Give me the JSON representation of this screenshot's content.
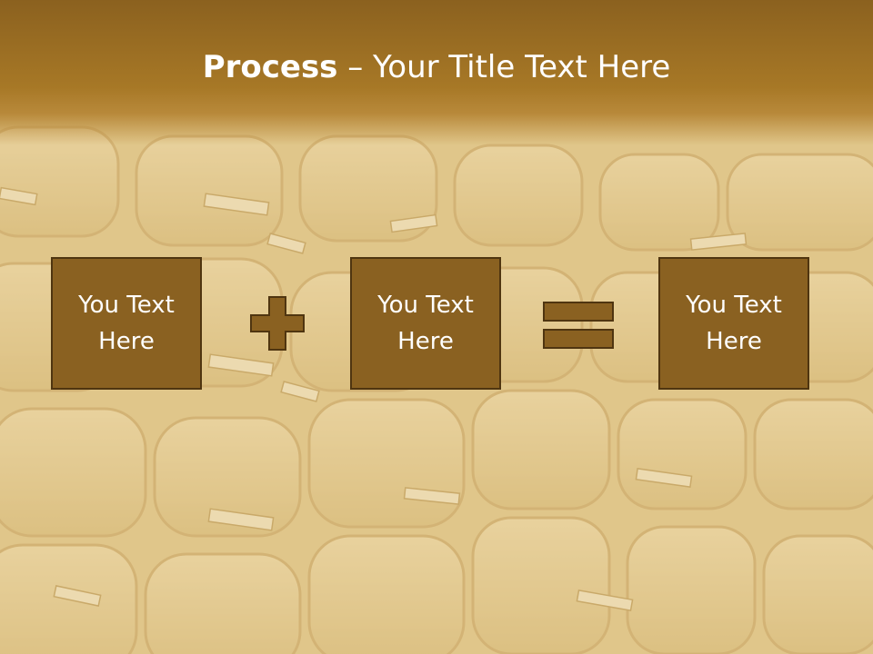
{
  "slide": {
    "title_bold": "Process",
    "title_rest": " – Your Title Text Here"
  },
  "boxes": [
    {
      "line1": "You Text",
      "line2": "Here"
    },
    {
      "line1": "You Text",
      "line2": "Here"
    },
    {
      "line1": "You Text",
      "line2": "Here"
    }
  ],
  "colors": {
    "box_fill": "#8a6121",
    "box_border": "#4f3510",
    "header_band": "#9e7024",
    "background": "#e3c98f"
  },
  "icons": [
    "plus-icon",
    "equals-icon"
  ]
}
